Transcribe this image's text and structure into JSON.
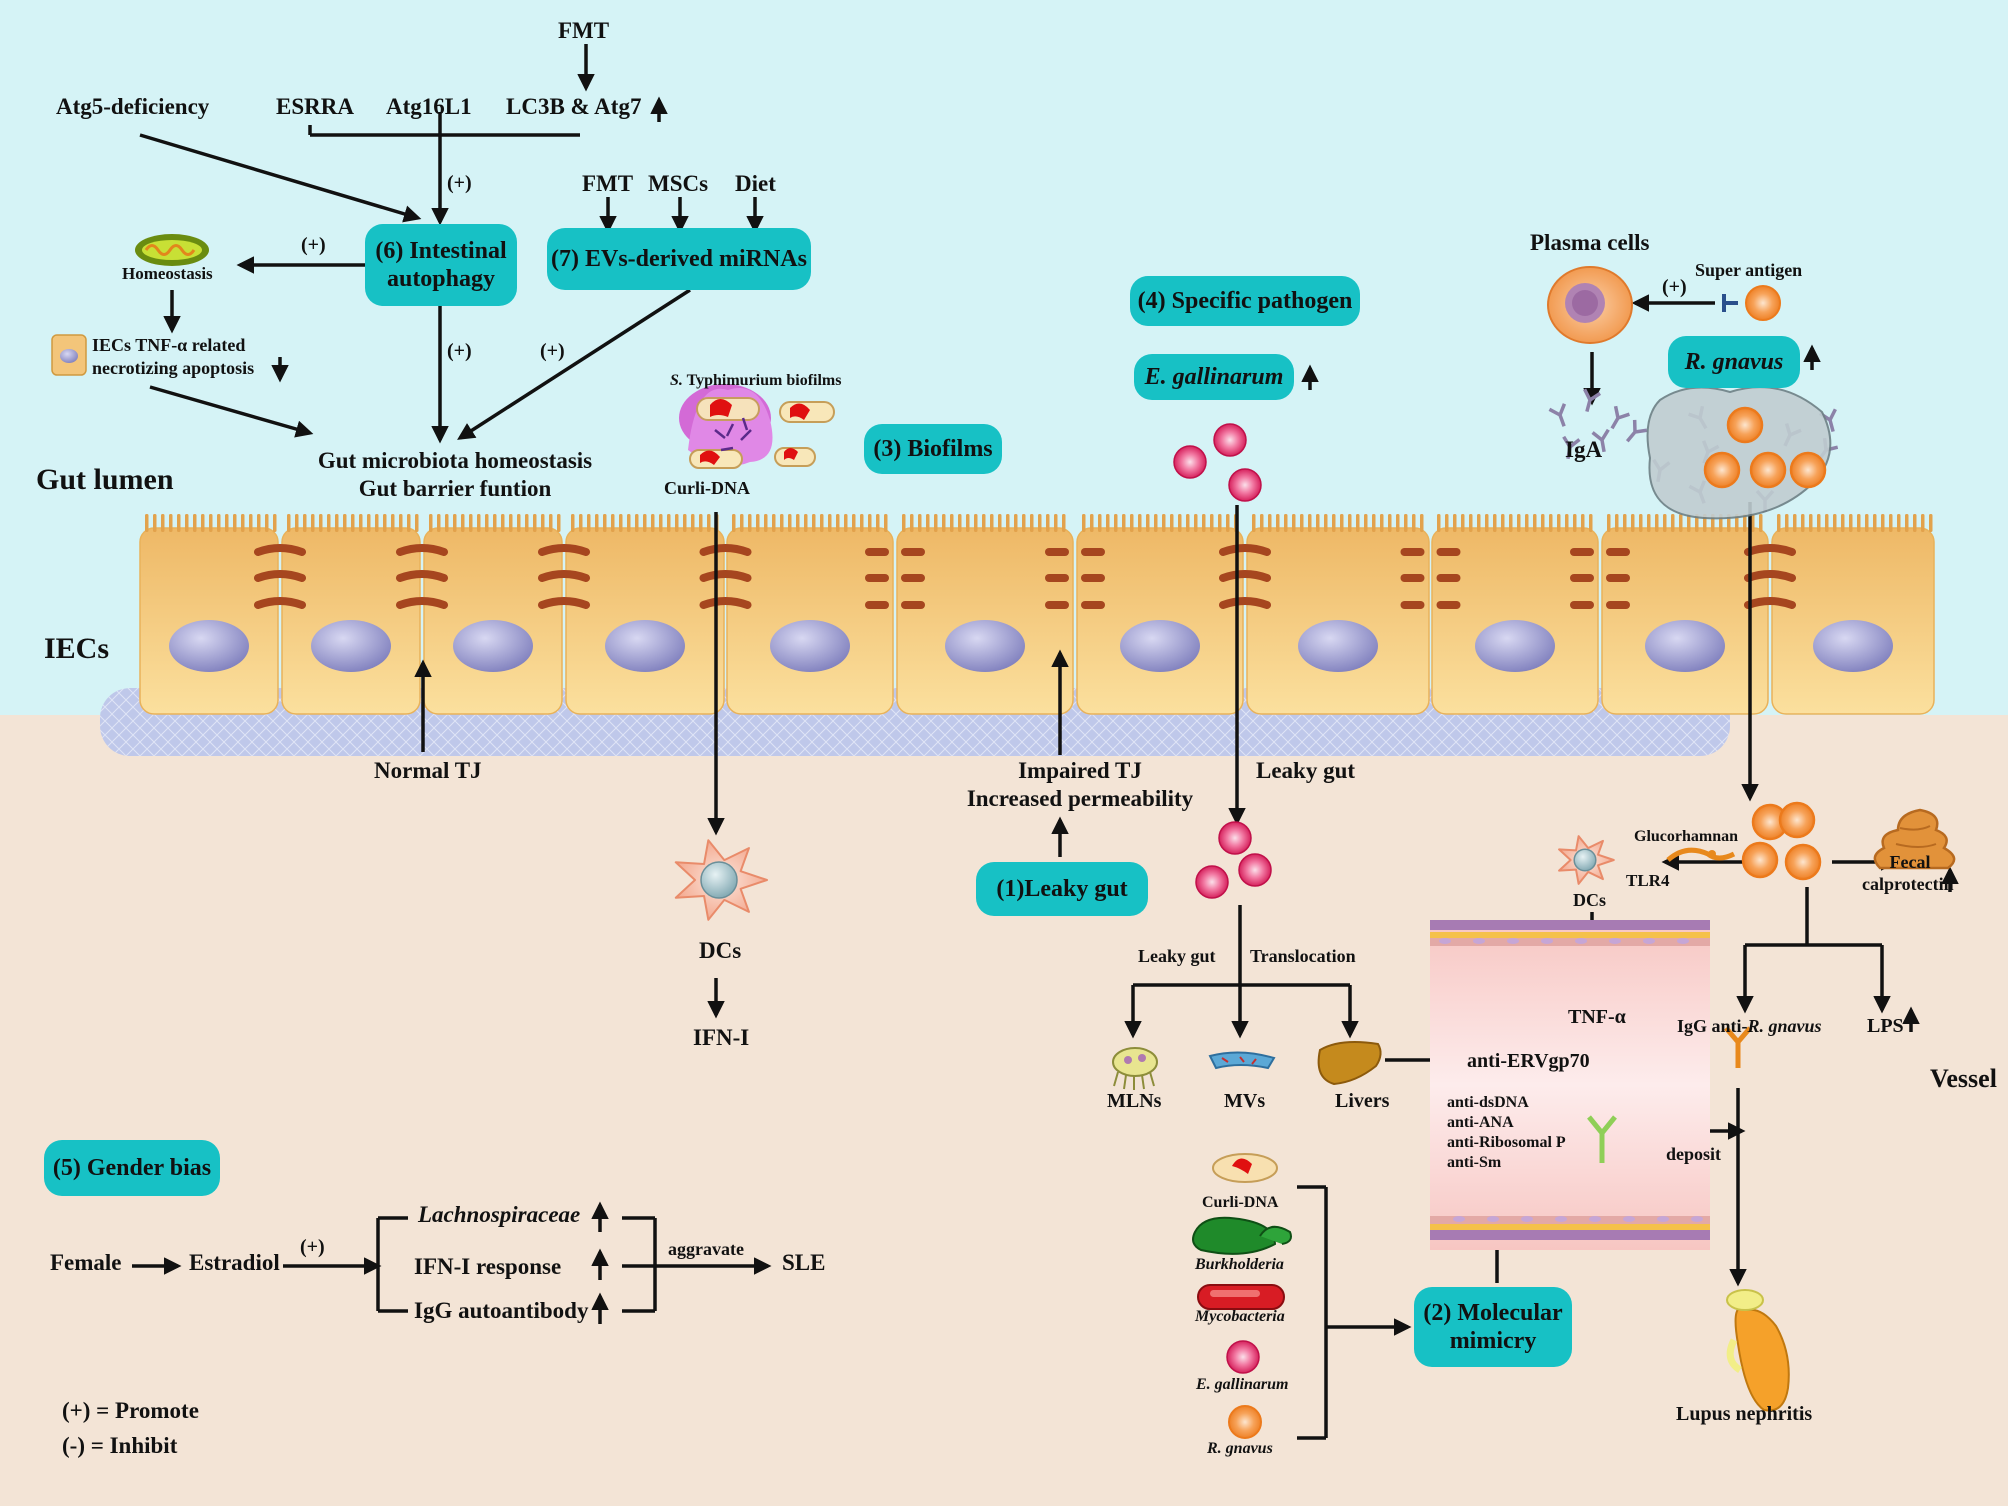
{
  "regions": {
    "gut_lumen": "Gut lumen",
    "iecs": "IECs",
    "vessel": "Vessel"
  },
  "colors": {
    "lumen_bg": "#d5f3f6",
    "tissue_bg": "#f3e4d6",
    "pill": "#17c1c5",
    "cell_top": "#f2c070",
    "cell_bottom": "#f9dd98",
    "nucleus": "#9c9ccf",
    "tight_junction": "#a6461f",
    "pathogen_pink": "#e6185d",
    "gnavus_orange": "#f08428"
  },
  "mechanisms": {
    "leaky_gut": "(1)Leaky gut",
    "molecular_mimicry": "(2) Molecular mimicry",
    "biofilms": "(3) Biofilms",
    "specific_pathogen": "(4) Specific pathogen",
    "gender_bias": "(5) Gender bias",
    "intestinal_autophagy": "(6) Intestinal autophagy",
    "evs_mirnas": "(7) EVs-derived miRNAs",
    "e_gallinarum": "E. gallinarum",
    "r_gnavus": "R. gnavus"
  },
  "autophagy": {
    "fmt_top": "FMT",
    "atg5": "Atg5-deficiency",
    "esrra": "ESRRA",
    "atg16l1": "Atg16L1",
    "lc3b": "LC3B & Atg7",
    "promote_a": "(+)",
    "promote_b": "(+)",
    "promote_c": "(+)",
    "promote_d": "(+)",
    "homeostasis": "Homeostasis",
    "iecs_tnf_1": "IECs TNF-α related",
    "iecs_tnf_2": "necrotizing apoptosis",
    "fmt": "FMT",
    "mscs": "MSCs",
    "diet": "Diet",
    "barrier_1": "Gut microbiota homeostasis",
    "barrier_2": "Gut barrier funtion"
  },
  "biofilm": {
    "s_typhimurium": "S.",
    "s_typhimurium_rest": " Typhimurium biofilms",
    "curli_dna": "Curli-DNA",
    "dcs": "DCs",
    "ifn": "IFN-I"
  },
  "barrier": {
    "normal_tj": "Normal TJ",
    "impaired_tj": "Impaired TJ",
    "increased_perm": "Increased permeability",
    "leaky_gut_label": "Leaky gut"
  },
  "translocation": {
    "leaky_gut": "Leaky gut",
    "translocation": "Translocation",
    "mlns": "MLNs",
    "mvs": "MVs",
    "livers": "Livers",
    "anti_erv": "anti-ERVgp70"
  },
  "plasma": {
    "plasma_cells": "Plasma cells",
    "promote": "(+)",
    "super_antigen": "Super antigen",
    "iga": "IgA"
  },
  "vessel_area": {
    "glucorhamnan": "Glucorhamnan",
    "tlr4": "TLR4",
    "dcs": "DCs",
    "fecal_1": "Fecal",
    "fecal_2": "calprotectin",
    "tnf": "TNF-α",
    "igg_anti": "IgG anti-",
    "r_gnavus": "R. gnavus",
    "lps": "LPS",
    "autoantibodies": [
      "anti-dsDNA",
      "anti-ANA",
      "anti-Ribosomal P",
      "anti-Sm"
    ],
    "deposit": "deposit",
    "lupus_nephritis": "Lupus nephritis"
  },
  "mimicry": {
    "curli_dna": "Curli-DNA",
    "burkholderia": "Burkholderia",
    "mycobacteria": "Mycobacteria",
    "e_gallinarum": "E. gallinarum",
    "r_gnavus": "R. gnavus"
  },
  "gender": {
    "female": "Female",
    "estradiol": "Estradiol",
    "promote": "(+)",
    "lachnospiraceae": "Lachnospiraceae",
    "ifn_response": "IFN-I response",
    "igg_auto": "IgG autoantibody",
    "aggravate": "aggravate",
    "sle": "SLE"
  },
  "legend": {
    "promote": "(+) = Promote",
    "inhibit": "(-) = Inhibit"
  }
}
